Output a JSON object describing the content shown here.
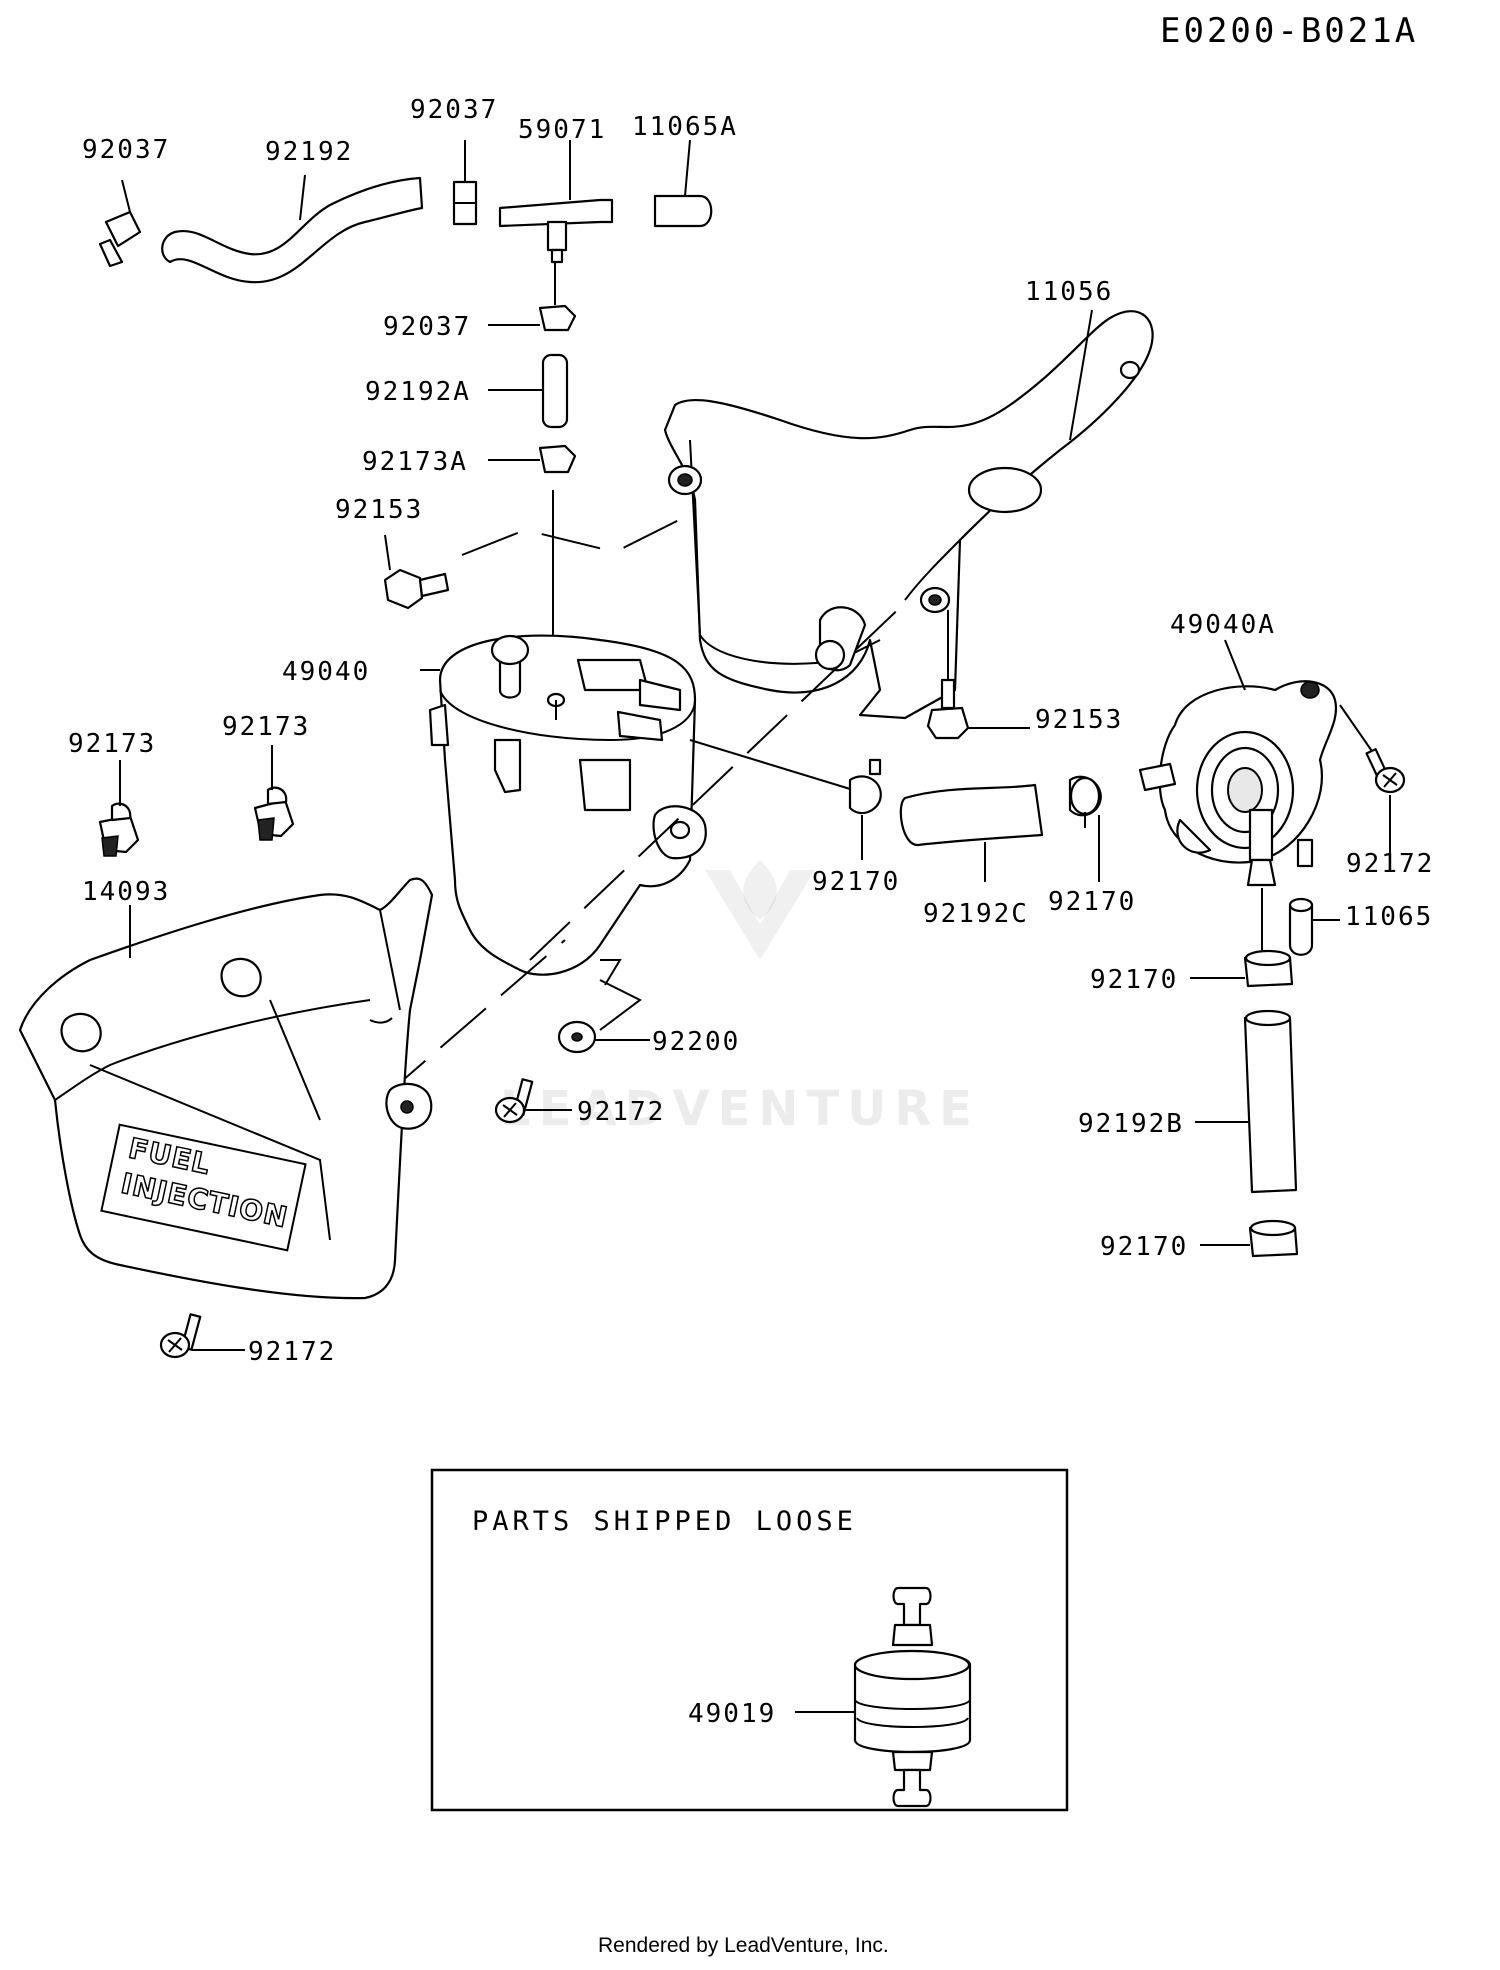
{
  "diagram_code": "E0200-B021A",
  "callouts": {
    "p92037_a": "92037",
    "p92192": "92192",
    "p92037_b": "92037",
    "p59071": "59071",
    "p11065A": "11065A",
    "p92037_c": "92037",
    "p92192A": "92192A",
    "p92173A": "92173A",
    "p92153_a": "92153",
    "p11056": "11056",
    "p49040": "49040",
    "p92153_b": "92153",
    "p49040A": "49040A",
    "p92173_a": "92173",
    "p92173_b": "92173",
    "p92170_a": "92170",
    "p92192C": "92192C",
    "p92170_b": "92170",
    "p92172_a": "92172",
    "p14093": "14093",
    "p11065": "11065",
    "p92170_c": "92170",
    "p92200": "92200",
    "p92172_b": "92172",
    "p92192B": "92192B",
    "p92170_d": "92170",
    "p92172_c": "92172",
    "p49019": "49019"
  },
  "loose_box": {
    "title": "PARTS SHIPPED LOOSE"
  },
  "cover_label": {
    "line1": "FUEL",
    "line2": "INJECTION"
  },
  "watermark": "LEADVENTURE",
  "footer": "Rendered by LeadVenture, Inc."
}
